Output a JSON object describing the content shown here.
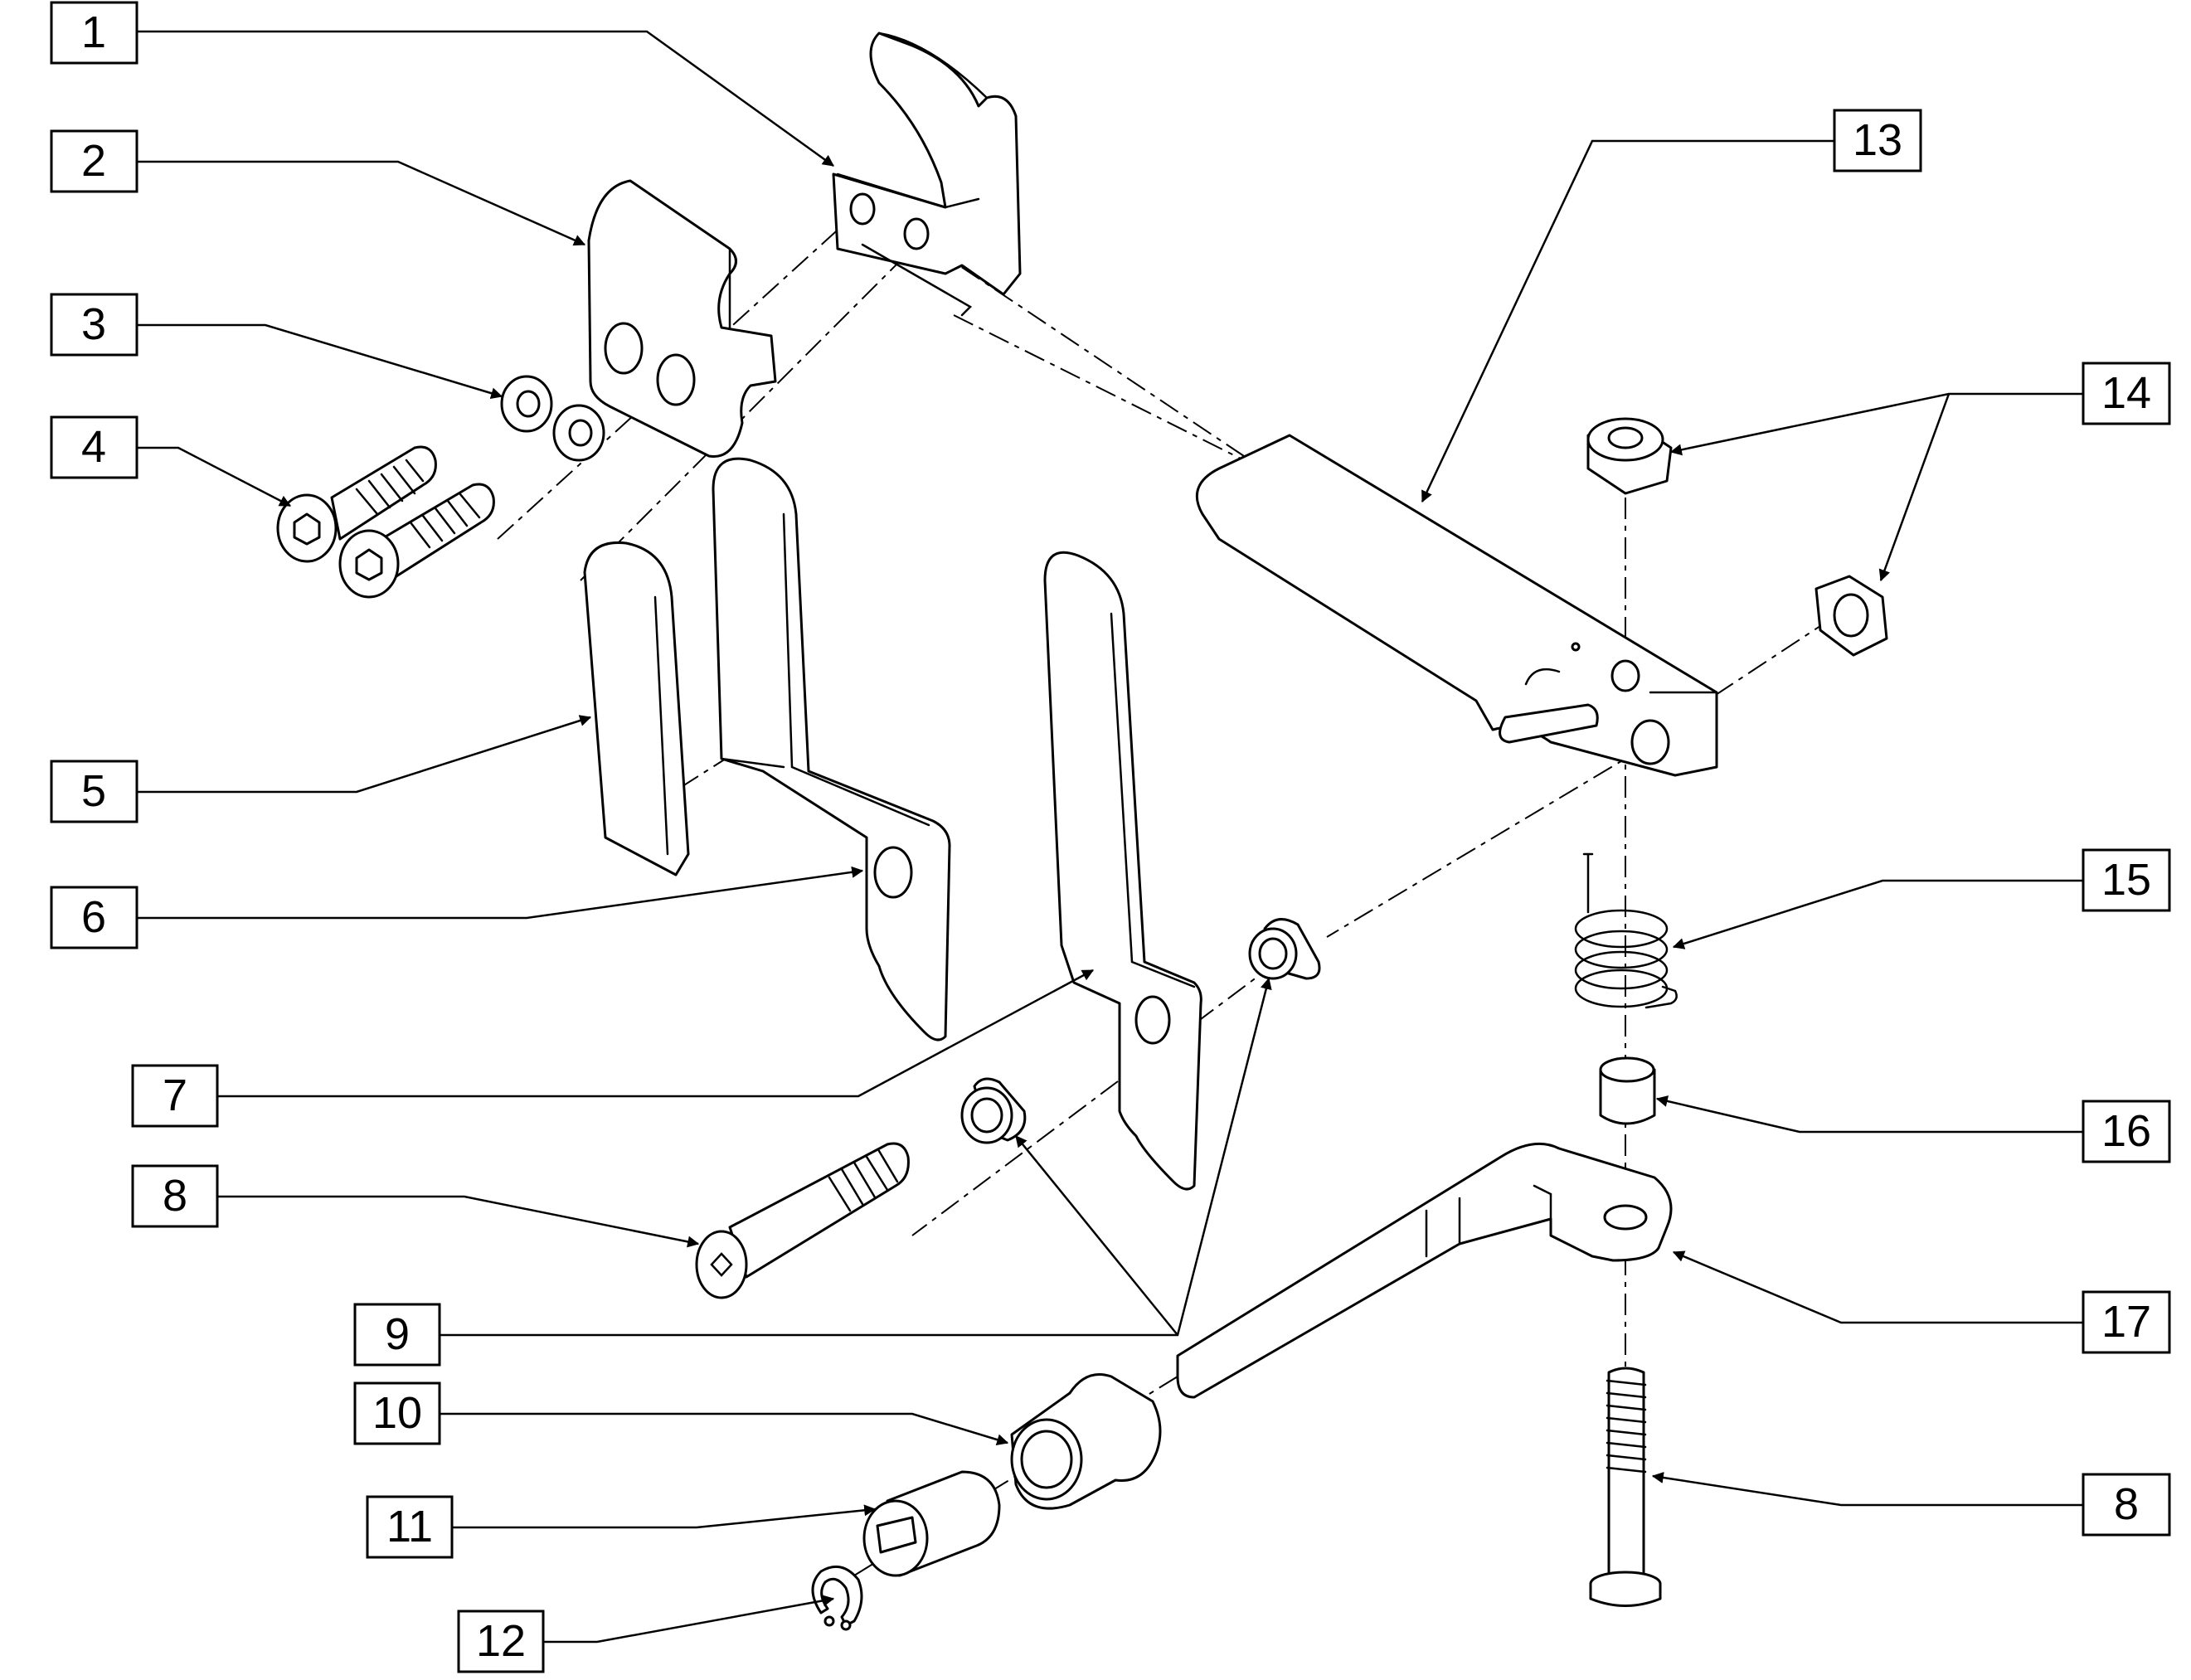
{
  "callouts": [
    {
      "label": "1"
    },
    {
      "label": "2"
    },
    {
      "label": "3"
    },
    {
      "label": "4"
    },
    {
      "label": "5"
    },
    {
      "label": "6"
    },
    {
      "label": "7"
    },
    {
      "label": "8"
    },
    {
      "label": "9"
    },
    {
      "label": "10"
    },
    {
      "label": "11"
    },
    {
      "label": "12"
    },
    {
      "label": "13"
    },
    {
      "label": "14"
    },
    {
      "label": "15"
    },
    {
      "label": "16"
    },
    {
      "label": "17"
    },
    {
      "label": "8"
    }
  ],
  "colors": {
    "line": "#000000",
    "background": "#ffffff"
  }
}
